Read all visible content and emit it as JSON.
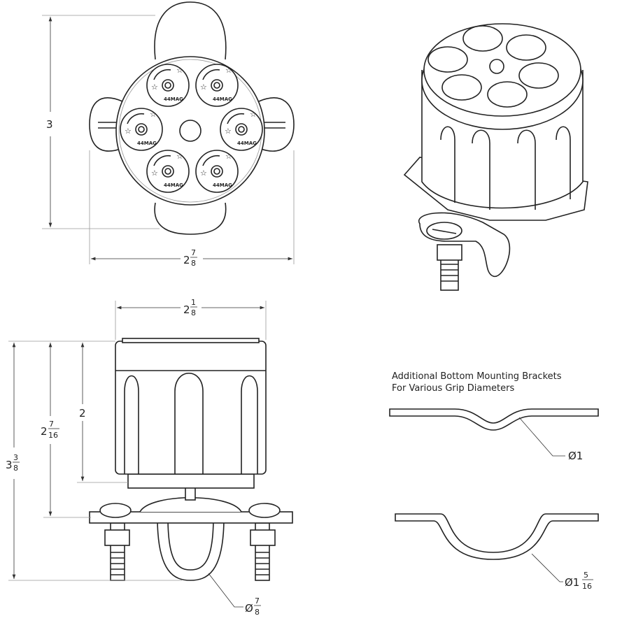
{
  "caption": {
    "line1": "Additional Bottom Mounting Brackets",
    "line2": "For Various Grip Diameters"
  },
  "dimensions": {
    "top_height": {
      "whole": "3"
    },
    "top_width": {
      "whole": "2",
      "num": "7",
      "den": "8"
    },
    "side_width": {
      "whole": "2",
      "num": "1",
      "den": "8"
    },
    "side_total_height": {
      "whole": "3",
      "num": "3",
      "den": "8"
    },
    "side_bracket_height": {
      "whole": "2",
      "num": "7",
      "den": "16"
    },
    "side_body_height": {
      "whole": "2"
    },
    "clamp_diameter": {
      "whole": "Ø",
      "num": "7",
      "den": "8"
    },
    "bracket1_diameter": {
      "whole": "Ø1"
    },
    "bracket2_diameter": {
      "whole": "Ø1",
      "num": "5",
      "den": "16"
    }
  },
  "logo_text": "44MAG"
}
